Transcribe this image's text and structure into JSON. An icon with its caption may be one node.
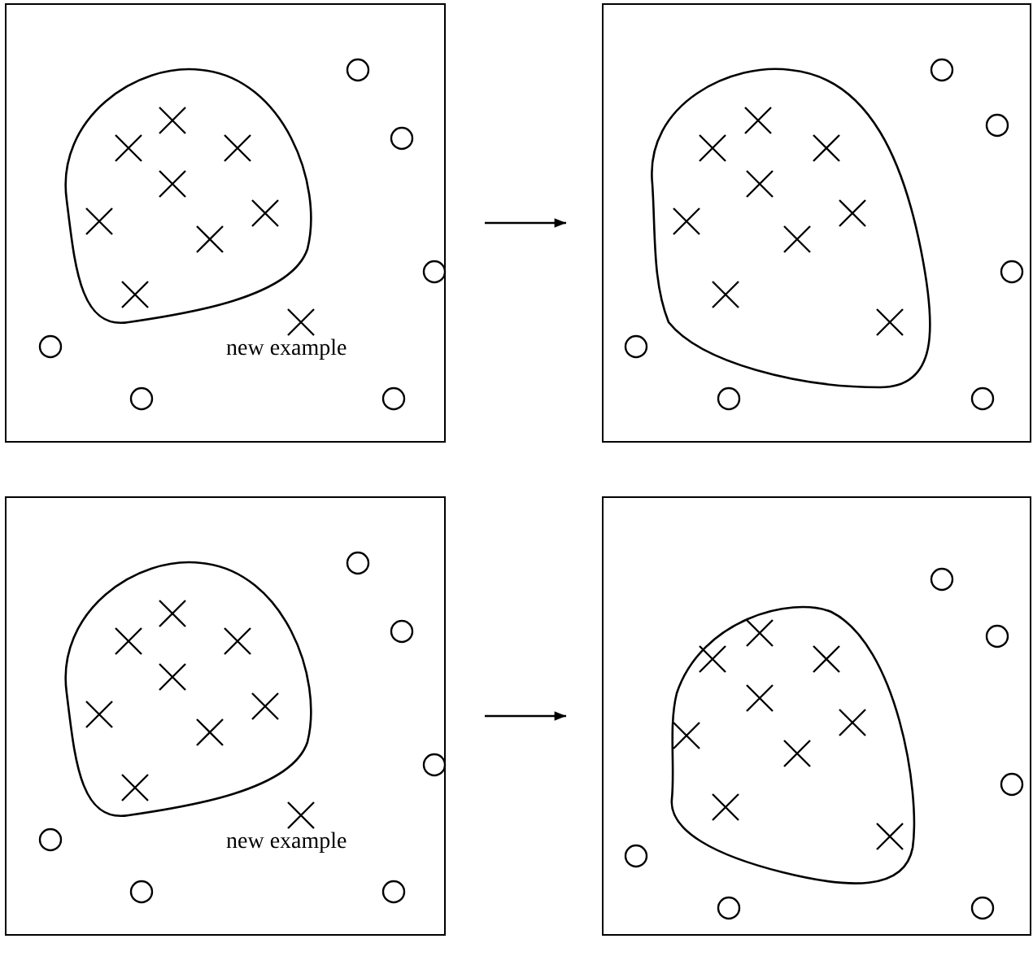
{
  "diagram": {
    "nodes": [
      {
        "text": [
          "new example"
        ]
      },
      {
        "text": [],
        "shape": "box"
      },
      {
        "text": [
          "new example"
        ]
      },
      {
        "text": [],
        "shape": "box"
      }
    ],
    "edges": [
      {
        "from": 0,
        "to": 1,
        "arrow": "to"
      },
      {
        "from": 2,
        "to": 3,
        "arrow": "to"
      }
    ]
  }
}
